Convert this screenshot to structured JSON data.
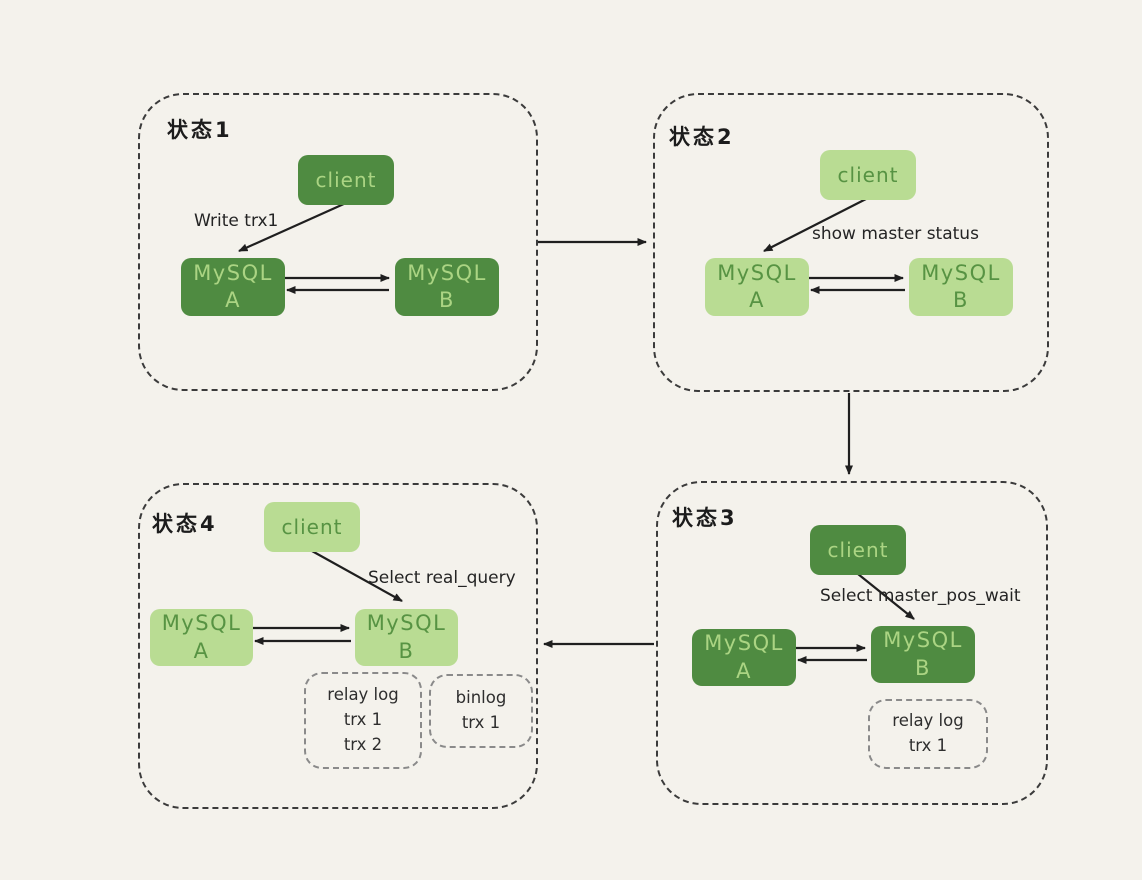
{
  "diagram": {
    "colors": {
      "background": "#f4f2ec",
      "dark_green": "#4f8b41",
      "light_green": "#b9dc93",
      "dark_box_text": "#abd483",
      "light_box_text": "#579343",
      "ink": "#1f1f1f",
      "container_border": "#3b3b3b",
      "log_border": "#8a8a8a"
    },
    "states": [
      {
        "label": "状态1",
        "theme": "dark",
        "client_label": "client",
        "action_label": "Write trx1",
        "node_a_line1": "MySQL",
        "node_a_line2": "A",
        "node_b_line1": "MySQL",
        "node_b_line2": "B",
        "logs": []
      },
      {
        "label": "状态2",
        "theme": "light",
        "client_label": "client",
        "action_label": "show master status",
        "node_a_line1": "MySQL",
        "node_a_line2": "A",
        "node_b_line1": "MySQL",
        "node_b_line2": "B",
        "logs": []
      },
      {
        "label": "状态3",
        "theme": "dark",
        "client_label": "client",
        "action_label": "Select master_pos_wait",
        "node_a_line1": "MySQL",
        "node_a_line2": "A",
        "node_b_line1": "MySQL",
        "node_b_line2": "B",
        "logs": [
          {
            "title": "relay log",
            "lines": [
              "trx 1"
            ]
          }
        ]
      },
      {
        "label": "状态4",
        "theme": "light",
        "client_label": "client",
        "action_label": "Select real_query",
        "node_a_line1": "MySQL",
        "node_a_line2": "A",
        "node_b_line1": "MySQL",
        "node_b_line2": "B",
        "logs": [
          {
            "title": "relay log",
            "lines": [
              "trx 1",
              "trx 2"
            ]
          },
          {
            "title": "binlog",
            "lines": [
              "trx 1"
            ]
          }
        ]
      }
    ]
  }
}
